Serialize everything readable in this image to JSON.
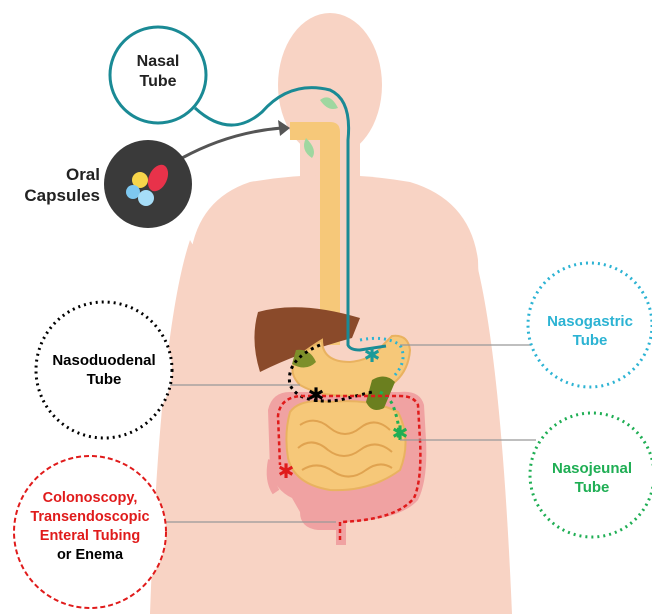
{
  "labels": {
    "nasal": {
      "line1": "Nasal",
      "line2": "Tube"
    },
    "oral": {
      "line1": "Oral",
      "line2": "Capsules"
    },
    "nasogastric": {
      "line1": "Nasogastric",
      "line2": "Tube"
    },
    "nasoduodenal": {
      "line1": "Nasoduodenal",
      "line2": "Tube"
    },
    "nasojejunal": {
      "line1": "Nasojeunal",
      "line2": "Tube"
    },
    "lower": {
      "line1": "Colonoscopy,",
      "line2": "Transendoscopic",
      "line3": "Enteral Tubing",
      "line4": "or Enema"
    }
  },
  "colors": {
    "body": "#f8d3c4",
    "nasal": "#1a8a95",
    "oral_circle": "#3a3a3a",
    "nasogastric": "#2cb3d3",
    "nasoduodenal": "#000000",
    "nasojejunal": "#1fae54",
    "lower": "#e01b1b",
    "liver": "#8a4a2a",
    "gut": "#f6c879",
    "colon": "#f0a2a2"
  },
  "icons": [
    "capsule-icon",
    "asterisk-marker-icon"
  ]
}
